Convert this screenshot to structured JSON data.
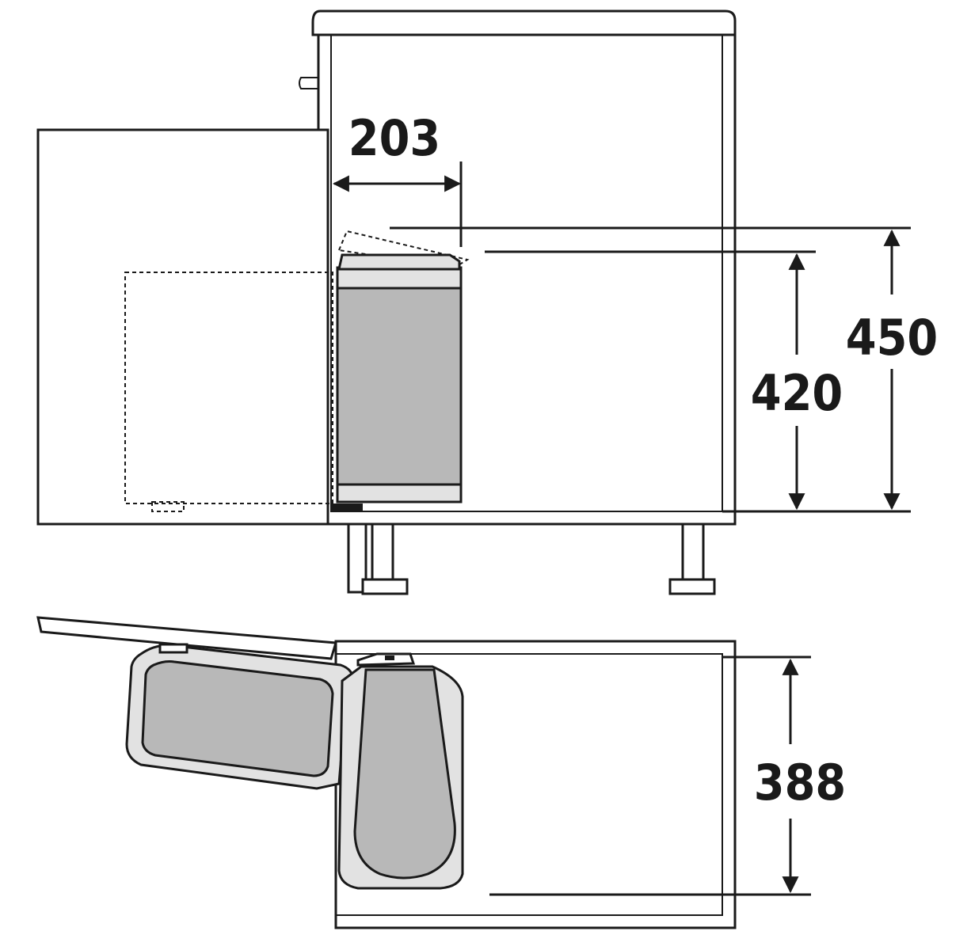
{
  "dimensions": {
    "width_opening": "203",
    "bin_height": "420",
    "cabinet_clearance": "450",
    "depth": "388"
  },
  "colors": {
    "line": "#1a1a1a",
    "bin_fill": "#b8b8b8",
    "bin_light": "#e2e2e2",
    "background": "#ffffff"
  }
}
